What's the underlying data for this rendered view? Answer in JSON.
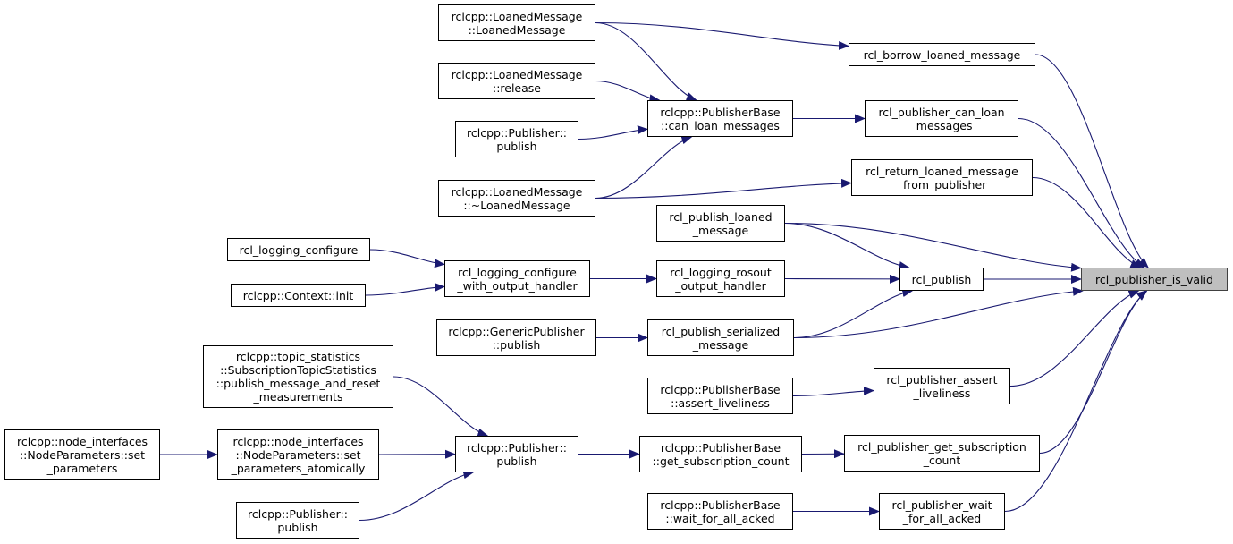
{
  "diagram": {
    "colors": {
      "edge": "#191970",
      "node_border": "#000000",
      "node_fill": "#ffffff",
      "highlight_fill": "#bfbfbf"
    },
    "nodes": [
      {
        "id": "is_valid",
        "label": "rcl_publisher_is_valid",
        "highlight": true
      },
      {
        "id": "borrow",
        "label": "rcl_borrow_loaned_message"
      },
      {
        "id": "can_loan",
        "label": "rcl_publisher_can_loan\n_messages"
      },
      {
        "id": "return_loaned",
        "label": "rcl_return_loaned_message\n_from_publisher"
      },
      {
        "id": "publish_loaned",
        "label": "rcl_publish_loaned\n_message"
      },
      {
        "id": "rcl_publish",
        "label": "rcl_publish"
      },
      {
        "id": "publish_serialized",
        "label": "rcl_publish_serialized\n_message"
      },
      {
        "id": "assert_liveliness",
        "label": "rcl_publisher_assert\n_liveliness"
      },
      {
        "id": "get_sub_count",
        "label": "rcl_publisher_get_subscription\n_count"
      },
      {
        "id": "wait_acked",
        "label": "rcl_publisher_wait\n_for_all_acked"
      },
      {
        "id": "lm_ctor",
        "label": "rclcpp::LoanedMessage\n::LoanedMessage"
      },
      {
        "id": "pb_can_loan",
        "label": "rclcpp::PublisherBase\n::can_loan_messages"
      },
      {
        "id": "lm_release",
        "label": "rclcpp::LoanedMessage\n::release"
      },
      {
        "id": "pub_publish_a",
        "label": "rclcpp::Publisher::\npublish"
      },
      {
        "id": "lm_dtor",
        "label": "rclcpp::LoanedMessage\n::~LoanedMessage"
      },
      {
        "id": "rosout_handler",
        "label": "rcl_logging_rosout\n_output_handler"
      },
      {
        "id": "log_cfg_handler",
        "label": "rcl_logging_configure\n_with_output_handler"
      },
      {
        "id": "log_cfg",
        "label": "rcl_logging_configure"
      },
      {
        "id": "ctx_init",
        "label": "rclcpp::Context::init"
      },
      {
        "id": "generic_publish",
        "label": "rclcpp::GenericPublisher\n::publish"
      },
      {
        "id": "pb_assert",
        "label": "rclcpp::PublisherBase\n::assert_liveliness"
      },
      {
        "id": "pb_get_count",
        "label": "rclcpp::PublisherBase\n::get_subscription_count"
      },
      {
        "id": "pb_wait",
        "label": "rclcpp::PublisherBase\n::wait_for_all_acked"
      },
      {
        "id": "pub_publish_b",
        "label": "rclcpp::Publisher::\npublish"
      },
      {
        "id": "topic_stats",
        "label": "rclcpp::topic_statistics\n::SubscriptionTopicStatistics\n::publish_message_and_reset\n_measurements"
      },
      {
        "id": "np_atomic",
        "label": "rclcpp::node_interfaces\n::NodeParameters::set\n_parameters_atomically"
      },
      {
        "id": "np_set",
        "label": "rclcpp::node_interfaces\n::NodeParameters::set\n_parameters"
      },
      {
        "id": "pub_publish_c",
        "label": "rclcpp::Publisher::\npublish"
      }
    ],
    "edges": [
      {
        "from": "borrow",
        "to": "is_valid"
      },
      {
        "from": "can_loan",
        "to": "is_valid"
      },
      {
        "from": "return_loaned",
        "to": "is_valid"
      },
      {
        "from": "publish_loaned",
        "to": "is_valid"
      },
      {
        "from": "rcl_publish",
        "to": "is_valid"
      },
      {
        "from": "publish_serialized",
        "to": "is_valid"
      },
      {
        "from": "assert_liveliness",
        "to": "is_valid"
      },
      {
        "from": "get_sub_count",
        "to": "is_valid"
      },
      {
        "from": "wait_acked",
        "to": "is_valid"
      },
      {
        "from": "lm_ctor",
        "to": "borrow"
      },
      {
        "from": "pb_can_loan",
        "to": "can_loan"
      },
      {
        "from": "lm_ctor",
        "to": "pb_can_loan"
      },
      {
        "from": "lm_release",
        "to": "pb_can_loan"
      },
      {
        "from": "pub_publish_a",
        "to": "pb_can_loan"
      },
      {
        "from": "lm_dtor",
        "to": "pb_can_loan"
      },
      {
        "from": "lm_dtor",
        "to": "return_loaned"
      },
      {
        "from": "publish_loaned",
        "to": "rcl_publish"
      },
      {
        "from": "rosout_handler",
        "to": "rcl_publish"
      },
      {
        "from": "publish_serialized",
        "to": "rcl_publish"
      },
      {
        "from": "log_cfg_handler",
        "to": "rosout_handler"
      },
      {
        "from": "log_cfg",
        "to": "log_cfg_handler"
      },
      {
        "from": "ctx_init",
        "to": "log_cfg_handler"
      },
      {
        "from": "generic_publish",
        "to": "publish_serialized"
      },
      {
        "from": "pb_assert",
        "to": "assert_liveliness"
      },
      {
        "from": "pb_get_count",
        "to": "get_sub_count"
      },
      {
        "from": "pub_publish_b",
        "to": "pb_get_count"
      },
      {
        "from": "topic_stats",
        "to": "pub_publish_b"
      },
      {
        "from": "np_atomic",
        "to": "pub_publish_b"
      },
      {
        "from": "pub_publish_c",
        "to": "pub_publish_b"
      },
      {
        "from": "np_set",
        "to": "np_atomic"
      },
      {
        "from": "pb_wait",
        "to": "wait_acked"
      }
    ]
  }
}
